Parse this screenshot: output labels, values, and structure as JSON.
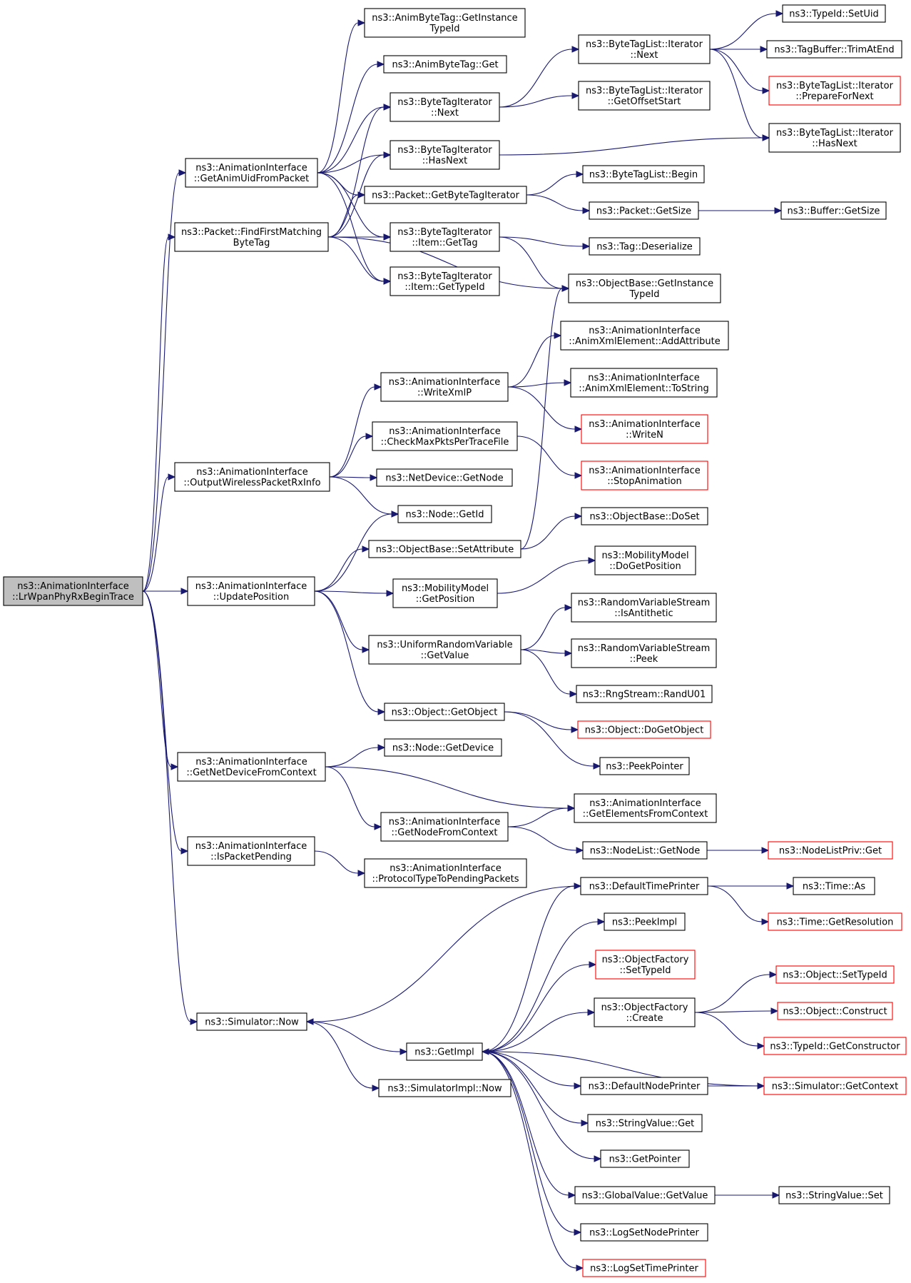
{
  "diagram": {
    "type": "call-graph",
    "colors": {
      "edge": "#191970",
      "root_fill": "#bfbfbf",
      "truncated_border": "#ff0000",
      "node_border": "#000000"
    },
    "nodes": [
      {
        "id": "root",
        "lines": [
          "ns3::AnimationInterface",
          "::LrWpanPhyRxBeginTrace"
        ],
        "kind": "root"
      },
      {
        "id": "getAnimUid",
        "lines": [
          "ns3::AnimationInterface",
          "::GetAnimUidFromPacket"
        ]
      },
      {
        "id": "findFirst",
        "lines": [
          "ns3::Packet::FindFirstMatching",
          "ByteTag"
        ]
      },
      {
        "id": "outWireless",
        "lines": [
          "ns3::AnimationInterface",
          "::OutputWirelessPacketRxInfo"
        ]
      },
      {
        "id": "updatePos",
        "lines": [
          "ns3::AnimationInterface",
          "::UpdatePosition"
        ]
      },
      {
        "id": "getNetDev",
        "lines": [
          "ns3::AnimationInterface",
          "::GetNetDeviceFromContext"
        ]
      },
      {
        "id": "isPktPend",
        "lines": [
          "ns3::AnimationInterface",
          "::IsPacketPending"
        ]
      },
      {
        "id": "simNow",
        "lines": [
          "ns3::Simulator::Now"
        ]
      },
      {
        "id": "animGetInst",
        "lines": [
          "ns3::AnimByteTag::GetInstance",
          "TypeId"
        ]
      },
      {
        "id": "animGet",
        "lines": [
          "ns3::AnimByteTag::Get"
        ]
      },
      {
        "id": "btiNext",
        "lines": [
          "ns3::ByteTagIterator",
          "::Next"
        ]
      },
      {
        "id": "btiHasNext",
        "lines": [
          "ns3::ByteTagIterator",
          "::HasNext"
        ]
      },
      {
        "id": "pktGetBTI",
        "lines": [
          "ns3::Packet::GetByteTagIterator"
        ]
      },
      {
        "id": "btiItemGetTag",
        "lines": [
          "ns3::ByteTagIterator",
          "::Item::GetTag"
        ]
      },
      {
        "id": "btiItemGetTypeId",
        "lines": [
          "ns3::ByteTagIterator",
          "::Item::GetTypeId"
        ]
      },
      {
        "id": "btlItNext",
        "lines": [
          "ns3::ByteTagList::Iterator",
          "::Next"
        ]
      },
      {
        "id": "btlItGetOffset",
        "lines": [
          "ns3::ByteTagList::Iterator",
          "::GetOffsetStart"
        ]
      },
      {
        "id": "btlBegin",
        "lines": [
          "ns3::ByteTagList::Begin"
        ]
      },
      {
        "id": "pktGetSize",
        "lines": [
          "ns3::Packet::GetSize"
        ]
      },
      {
        "id": "tagDeser",
        "lines": [
          "ns3::Tag::Deserialize"
        ]
      },
      {
        "id": "obGetInst",
        "lines": [
          "ns3::ObjectBase::GetInstance",
          "TypeId"
        ]
      },
      {
        "id": "typeIdSetUid",
        "lines": [
          "ns3::TypeId::SetUid"
        ]
      },
      {
        "id": "tagBufTrim",
        "lines": [
          "ns3::TagBuffer::TrimAtEnd"
        ]
      },
      {
        "id": "btlItPrepare",
        "lines": [
          "ns3::ByteTagList::Iterator",
          "::PrepareForNext"
        ],
        "kind": "truncated"
      },
      {
        "id": "btlItHasNext",
        "lines": [
          "ns3::ByteTagList::Iterator",
          "::HasNext"
        ]
      },
      {
        "id": "bufGetSize",
        "lines": [
          "ns3::Buffer::GetSize"
        ]
      },
      {
        "id": "writeXmlP",
        "lines": [
          "ns3::AnimationInterface",
          "::WriteXmlP"
        ]
      },
      {
        "id": "checkMax",
        "lines": [
          "ns3::AnimationInterface",
          "::CheckMaxPktsPerTraceFile"
        ]
      },
      {
        "id": "ndGetNode",
        "lines": [
          "ns3::NetDevice::GetNode"
        ]
      },
      {
        "id": "nodeGetId",
        "lines": [
          "ns3::Node::GetId"
        ]
      },
      {
        "id": "addAttr",
        "lines": [
          "ns3::AnimationInterface",
          "::AnimXmlElement::AddAttribute"
        ]
      },
      {
        "id": "toString",
        "lines": [
          "ns3::AnimationInterface",
          "::AnimXmlElement::ToString"
        ]
      },
      {
        "id": "writeN",
        "lines": [
          "ns3::AnimationInterface",
          "::WriteN"
        ],
        "kind": "truncated"
      },
      {
        "id": "stopAnim",
        "lines": [
          "ns3::AnimationInterface",
          "::StopAnimation"
        ],
        "kind": "truncated"
      },
      {
        "id": "obSetAttr",
        "lines": [
          "ns3::ObjectBase::SetAttribute"
        ]
      },
      {
        "id": "mmGetPos",
        "lines": [
          "ns3::MobilityModel",
          "::GetPosition"
        ]
      },
      {
        "id": "urvGetValue",
        "lines": [
          "ns3::UniformRandomVariable",
          "::GetValue"
        ]
      },
      {
        "id": "objGetObject",
        "lines": [
          "ns3::Object::GetObject"
        ]
      },
      {
        "id": "obDoSet",
        "lines": [
          "ns3::ObjectBase::DoSet"
        ]
      },
      {
        "id": "mmDoGetPos",
        "lines": [
          "ns3::MobilityModel",
          "::DoGetPosition"
        ]
      },
      {
        "id": "rvsIsAnti",
        "lines": [
          "ns3::RandomVariableStream",
          "::IsAntithetic"
        ]
      },
      {
        "id": "rvsPeek",
        "lines": [
          "ns3::RandomVariableStream",
          "::Peek"
        ]
      },
      {
        "id": "rngRandU01",
        "lines": [
          "ns3::RngStream::RandU01"
        ]
      },
      {
        "id": "objDoGetObject",
        "lines": [
          "ns3::Object::DoGetObject"
        ],
        "kind": "truncated"
      },
      {
        "id": "peekPointer",
        "lines": [
          "ns3::PeekPointer"
        ]
      },
      {
        "id": "nodeGetDevice",
        "lines": [
          "ns3::Node::GetDevice"
        ]
      },
      {
        "id": "getNodeFromCtx",
        "lines": [
          "ns3::AnimationInterface",
          "::GetNodeFromContext"
        ]
      },
      {
        "id": "getElemFromCtx",
        "lines": [
          "ns3::AnimationInterface",
          "::GetElementsFromContext"
        ]
      },
      {
        "id": "nodeListGetNode",
        "lines": [
          "ns3::NodeList::GetNode"
        ]
      },
      {
        "id": "nodeListPrivGet",
        "lines": [
          "ns3::NodeListPriv::Get"
        ],
        "kind": "truncated"
      },
      {
        "id": "protoType",
        "lines": [
          "ns3::AnimationInterface",
          "::ProtocolTypeToPendingPackets"
        ]
      },
      {
        "id": "getImpl",
        "lines": [
          "ns3::GetImpl"
        ]
      },
      {
        "id": "simImplNow",
        "lines": [
          "ns3::SimulatorImpl::Now"
        ]
      },
      {
        "id": "defTimePrinter",
        "lines": [
          "ns3::DefaultTimePrinter"
        ]
      },
      {
        "id": "peekImpl",
        "lines": [
          "ns3::PeekImpl"
        ]
      },
      {
        "id": "ofSetTypeId",
        "lines": [
          "ns3::ObjectFactory",
          "::SetTypeId"
        ],
        "kind": "truncated"
      },
      {
        "id": "ofCreate",
        "lines": [
          "ns3::ObjectFactory",
          "::Create"
        ]
      },
      {
        "id": "defNodePrinter",
        "lines": [
          "ns3::DefaultNodePrinter"
        ]
      },
      {
        "id": "strValGet",
        "lines": [
          "ns3::StringValue::Get"
        ]
      },
      {
        "id": "getPointer",
        "lines": [
          "ns3::GetPointer"
        ]
      },
      {
        "id": "gvGetValue",
        "lines": [
          "ns3::GlobalValue::GetValue"
        ]
      },
      {
        "id": "logSetNodePrinter",
        "lines": [
          "ns3::LogSetNodePrinter"
        ]
      },
      {
        "id": "logSetTimePrinter",
        "lines": [
          "ns3::LogSetTimePrinter"
        ],
        "kind": "truncated"
      },
      {
        "id": "timeAs",
        "lines": [
          "ns3::Time::As"
        ]
      },
      {
        "id": "timeGetRes",
        "lines": [
          "ns3::Time::GetResolution"
        ],
        "kind": "truncated"
      },
      {
        "id": "objSetTypeId",
        "lines": [
          "ns3::Object::SetTypeId"
        ],
        "kind": "truncated"
      },
      {
        "id": "objConstruct",
        "lines": [
          "ns3::Object::Construct"
        ],
        "kind": "truncated"
      },
      {
        "id": "typeIdGetCtor",
        "lines": [
          "ns3::TypeId::GetConstructor"
        ],
        "kind": "truncated"
      },
      {
        "id": "simGetContext",
        "lines": [
          "ns3::Simulator::GetContext"
        ],
        "kind": "truncated"
      },
      {
        "id": "strValSet",
        "lines": [
          "ns3::StringValue::Set"
        ]
      }
    ],
    "edges": [
      [
        "root",
        "getAnimUid"
      ],
      [
        "root",
        "findFirst"
      ],
      [
        "root",
        "outWireless"
      ],
      [
        "root",
        "updatePos"
      ],
      [
        "root",
        "getNetDev"
      ],
      [
        "root",
        "isPktPend"
      ],
      [
        "root",
        "simNow"
      ],
      [
        "getAnimUid",
        "animGetInst"
      ],
      [
        "getAnimUid",
        "animGet"
      ],
      [
        "getAnimUid",
        "btiNext"
      ],
      [
        "getAnimUid",
        "btiHasNext"
      ],
      [
        "getAnimUid",
        "pktGetBTI"
      ],
      [
        "getAnimUid",
        "btiItemGetTag"
      ],
      [
        "getAnimUid",
        "btiItemGetTypeId"
      ],
      [
        "findFirst",
        "btiNext"
      ],
      [
        "findFirst",
        "btiHasNext"
      ],
      [
        "findFirst",
        "pktGetBTI"
      ],
      [
        "findFirst",
        "btiItemGetTag"
      ],
      [
        "findFirst",
        "btiItemGetTypeId"
      ],
      [
        "findFirst",
        "obGetInst"
      ],
      [
        "btiNext",
        "btlItNext"
      ],
      [
        "btiNext",
        "btlItGetOffset"
      ],
      [
        "btlItNext",
        "typeIdSetUid"
      ],
      [
        "btlItNext",
        "tagBufTrim"
      ],
      [
        "btlItNext",
        "btlItPrepare"
      ],
      [
        "btlItNext",
        "btlItHasNext"
      ],
      [
        "btiHasNext",
        "btlItHasNext"
      ],
      [
        "pktGetBTI",
        "btlBegin"
      ],
      [
        "pktGetBTI",
        "pktGetSize"
      ],
      [
        "pktGetSize",
        "bufGetSize"
      ],
      [
        "btiItemGetTag",
        "tagDeser"
      ],
      [
        "btiItemGetTag",
        "obGetInst"
      ],
      [
        "outWireless",
        "writeXmlP"
      ],
      [
        "outWireless",
        "checkMax"
      ],
      [
        "outWireless",
        "ndGetNode"
      ],
      [
        "outWireless",
        "nodeGetId"
      ],
      [
        "writeXmlP",
        "addAttr"
      ],
      [
        "writeXmlP",
        "toString"
      ],
      [
        "writeXmlP",
        "writeN"
      ],
      [
        "checkMax",
        "stopAnim"
      ],
      [
        "updatePos",
        "nodeGetId"
      ],
      [
        "updatePos",
        "obSetAttr"
      ],
      [
        "updatePos",
        "mmGetPos"
      ],
      [
        "updatePos",
        "urvGetValue"
      ],
      [
        "updatePos",
        "objGetObject"
      ],
      [
        "obSetAttr",
        "obDoSet"
      ],
      [
        "obSetAttr",
        "obGetInst"
      ],
      [
        "mmGetPos",
        "mmDoGetPos"
      ],
      [
        "urvGetValue",
        "rvsIsAnti"
      ],
      [
        "urvGetValue",
        "rvsPeek"
      ],
      [
        "urvGetValue",
        "rngRandU01"
      ],
      [
        "objGetObject",
        "objDoGetObject"
      ],
      [
        "objGetObject",
        "peekPointer"
      ],
      [
        "getNetDev",
        "nodeGetDevice"
      ],
      [
        "getNetDev",
        "getNodeFromCtx"
      ],
      [
        "getNetDev",
        "getElemFromCtx"
      ],
      [
        "getNodeFromCtx",
        "getElemFromCtx"
      ],
      [
        "getNodeFromCtx",
        "nodeListGetNode"
      ],
      [
        "nodeListGetNode",
        "nodeListPrivGet"
      ],
      [
        "isPktPend",
        "protoType"
      ],
      [
        "simNow",
        "getImpl"
      ],
      [
        "simNow",
        "simImplNow"
      ],
      [
        "getImpl",
        "defTimePrinter"
      ],
      [
        "getImpl",
        "peekImpl"
      ],
      [
        "getImpl",
        "ofSetTypeId"
      ],
      [
        "getImpl",
        "ofCreate"
      ],
      [
        "getImpl",
        "defNodePrinter"
      ],
      [
        "getImpl",
        "strValGet"
      ],
      [
        "getImpl",
        "getPointer"
      ],
      [
        "getImpl",
        "gvGetValue"
      ],
      [
        "getImpl",
        "logSetNodePrinter"
      ],
      [
        "getImpl",
        "logSetTimePrinter"
      ],
      [
        "defTimePrinter",
        "timeAs"
      ],
      [
        "defTimePrinter",
        "timeGetRes"
      ],
      [
        "defTimePrinter",
        "simNow"
      ],
      [
        "ofCreate",
        "objSetTypeId"
      ],
      [
        "ofCreate",
        "objConstruct"
      ],
      [
        "ofCreate",
        "typeIdGetCtor"
      ],
      [
        "defNodePrinter",
        "simGetContext"
      ],
      [
        "simGetContext",
        "getImpl"
      ],
      [
        "gvGetValue",
        "strValSet"
      ]
    ]
  }
}
